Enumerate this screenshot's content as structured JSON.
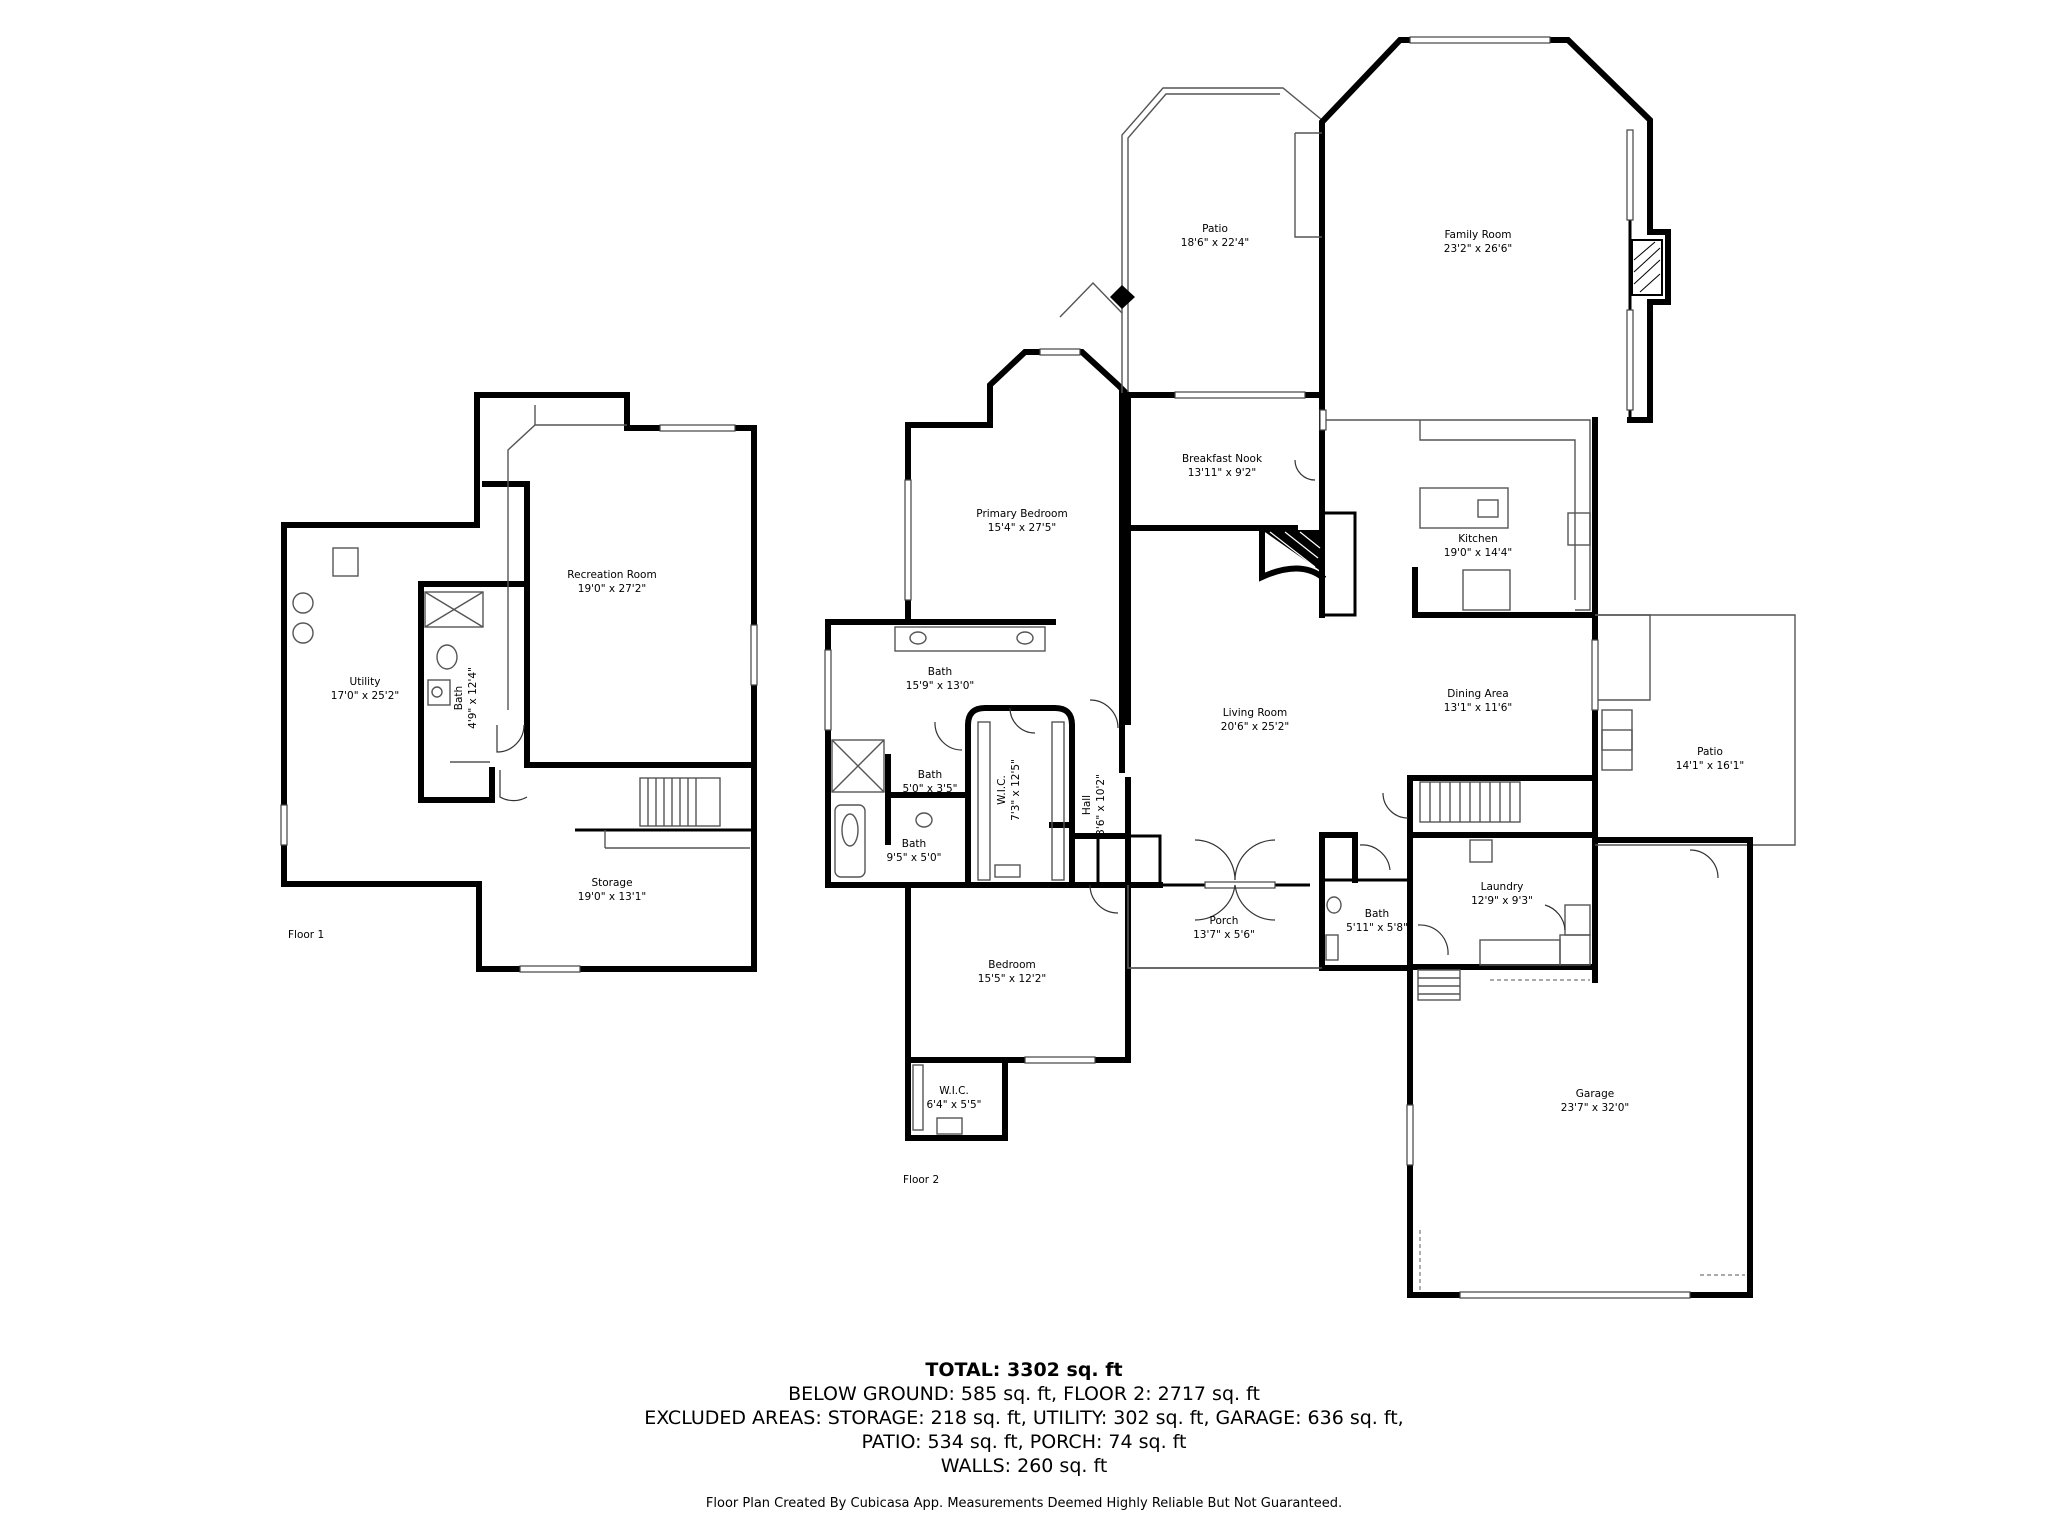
{
  "floor_labels": {
    "floor1": "Floor 1",
    "floor2": "Floor 2"
  },
  "rooms": {
    "patio_north": {
      "name": "Patio",
      "dim": "18'6\" x 22'4\""
    },
    "family_room": {
      "name": "Family Room",
      "dim": "23'2\" x 26'6\""
    },
    "breakfast_nook": {
      "name": "Breakfast Nook",
      "dim": "13'11\" x 9'2\""
    },
    "kitchen": {
      "name": "Kitchen",
      "dim": "19'0\" x 14'4\""
    },
    "primary_bedroom": {
      "name": "Primary Bedroom",
      "dim": "15'4\" x 27'5\""
    },
    "primary_bath": {
      "name": "Bath",
      "dim": "15'9\" x 13'0\""
    },
    "living_room": {
      "name": "Living Room",
      "dim": "20'6\" x 25'2\""
    },
    "dining_area": {
      "name": "Dining Area",
      "dim": "13'1\" x 11'6\""
    },
    "patio_east": {
      "name": "Patio",
      "dim": "14'1\" x 16'1\""
    },
    "bath_small": {
      "name": "Bath",
      "dim": "5'0\" x 3'5\""
    },
    "bath_tub": {
      "name": "Bath",
      "dim": "9'5\" x 5'0\""
    },
    "wic_primary": {
      "name": "W.I.C.",
      "dim": "7'3\" x 12'5\""
    },
    "hall": {
      "name": "Hall",
      "dim": "3'6\" x 10'2\""
    },
    "laundry": {
      "name": "Laundry",
      "dim": "12'9\" x 9'3\""
    },
    "porch": {
      "name": "Porch",
      "dim": "13'7\" x 5'6\""
    },
    "bath_half": {
      "name": "Bath",
      "dim": "5'11\" x 5'8\""
    },
    "bedroom": {
      "name": "Bedroom",
      "dim": "15'5\" x 12'2\""
    },
    "wic_bedroom": {
      "name": "W.I.C.",
      "dim": "6'4\" x 5'5\""
    },
    "garage": {
      "name": "Garage",
      "dim": "23'7\" x 32'0\""
    },
    "recreation_room": {
      "name": "Recreation Room",
      "dim": "19'0\" x 27'2\""
    },
    "utility": {
      "name": "Utility",
      "dim": "17'0\" x 25'2\""
    },
    "bath_floor1": {
      "name": "Bath",
      "dim": "4'9\" x 12'4\""
    },
    "storage": {
      "name": "Storage",
      "dim": "19'0\" x 13'1\""
    }
  },
  "summary": {
    "total": "TOTAL: 3302 sq. ft",
    "line1": "BELOW GROUND: 585 sq. ft, FLOOR 2: 2717 sq. ft",
    "line2": "EXCLUDED AREAS: STORAGE: 218 sq. ft, UTILITY: 302 sq. ft, GARAGE: 636 sq. ft,",
    "line3": "PATIO: 534 sq. ft, PORCH: 74 sq. ft",
    "line4": "WALLS: 260 sq. ft"
  },
  "disclaimer": "Floor Plan Created By Cubicasa App. Measurements Deemed Highly Reliable But Not Guaranteed."
}
